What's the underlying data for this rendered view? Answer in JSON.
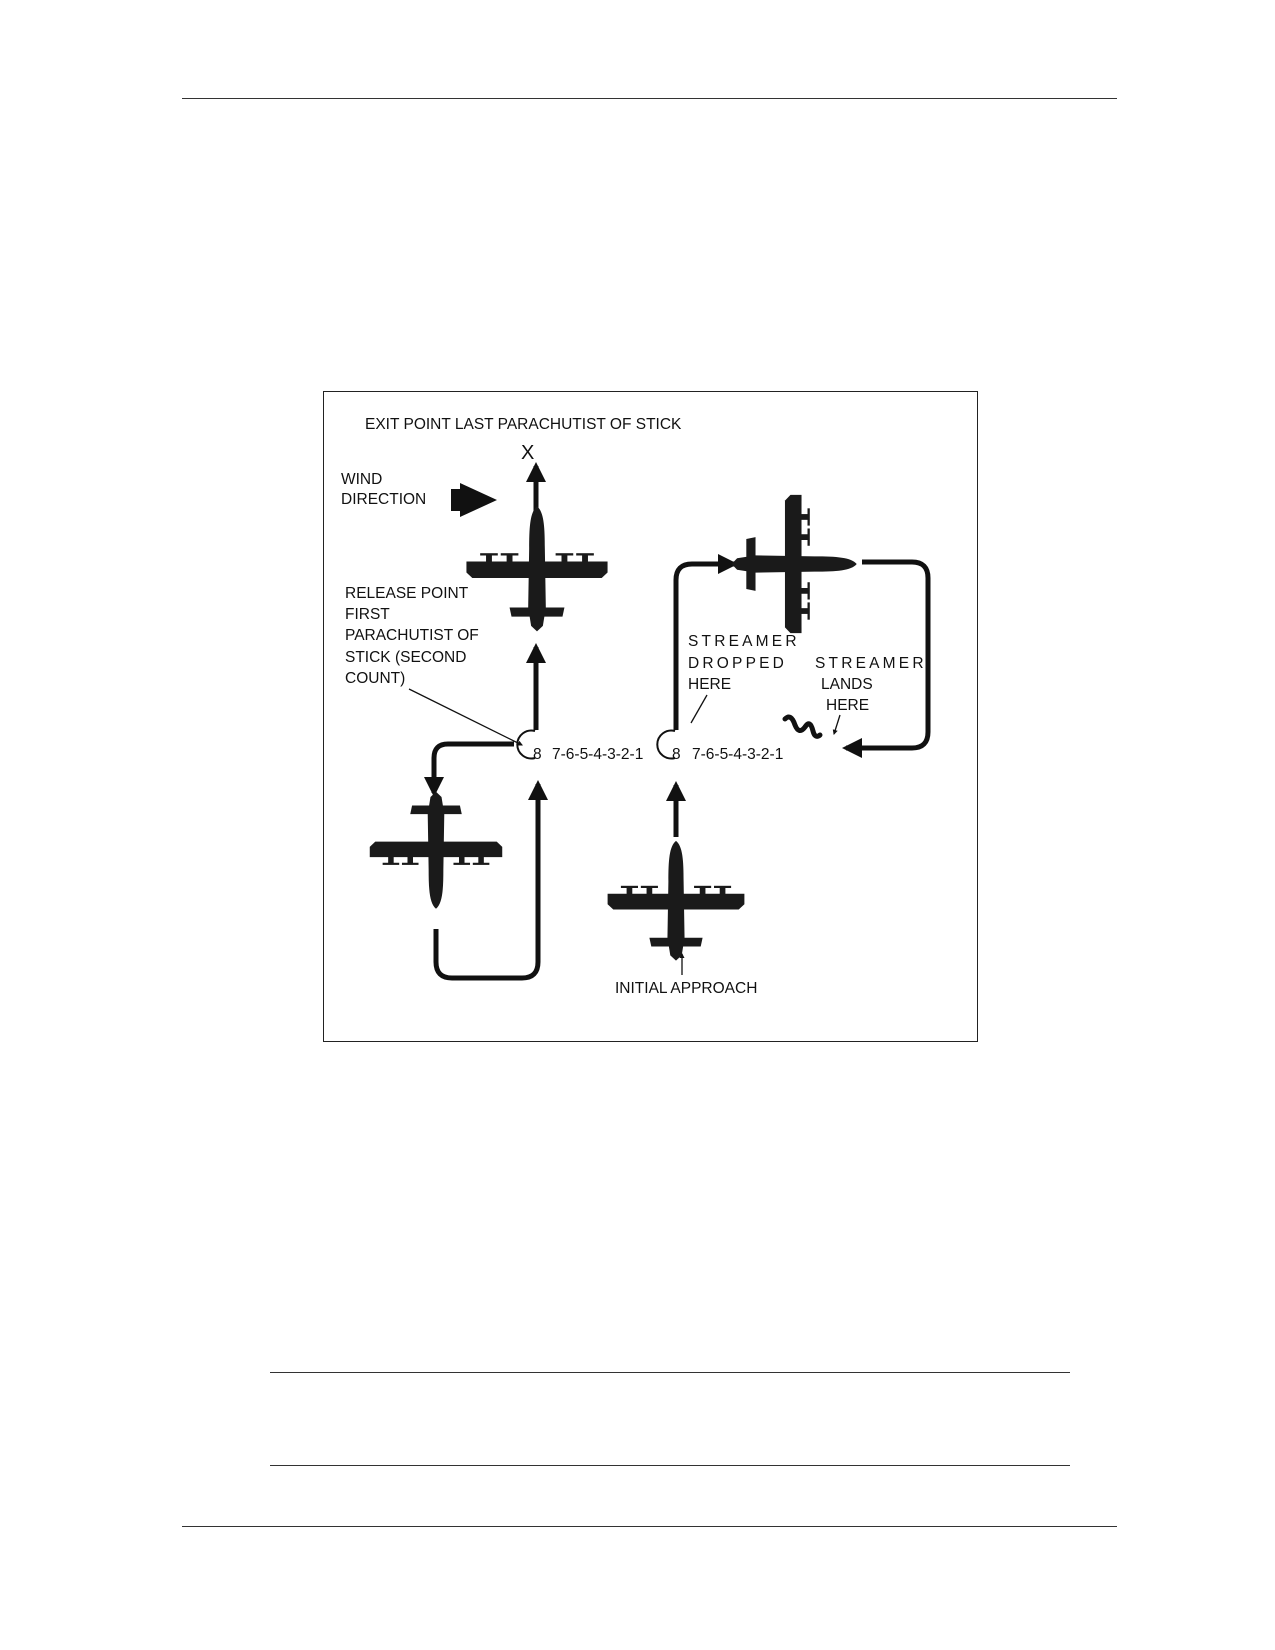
{
  "labels": {
    "exit_point": "EXIT POINT LAST PARACHUTIST OF STICK",
    "exit_marker": "X",
    "wind_line1": "WIND",
    "wind_line2": "DIRECTION",
    "release_line1": "RELEASE POINT",
    "release_line2": "FIRST",
    "release_line3": "PARACHUTIST OF",
    "release_line4": "STICK  (SECOND",
    "release_line5": "COUNT)",
    "streamer_dropped_line1": "STREAMER",
    "streamer_dropped_line2": "DROPPED",
    "streamer_dropped_line3": "HERE",
    "streamer_lands_line1": "STREAMER",
    "streamer_lands_line2": "LANDS",
    "streamer_lands_line3": "HERE",
    "count_left_eight": "8",
    "count_left_seq": "7-6-5-4-3-2-1",
    "count_right_eight": "8",
    "count_right_seq": "7-6-5-4-3-2-1",
    "initial_approach": "INITIAL APPROACH"
  },
  "colors": {
    "ink": "#111111",
    "aircraft": "#1a1a1a"
  },
  "icons": [
    "aircraft-icon",
    "wind-arrow-icon",
    "streamer-icon"
  ]
}
